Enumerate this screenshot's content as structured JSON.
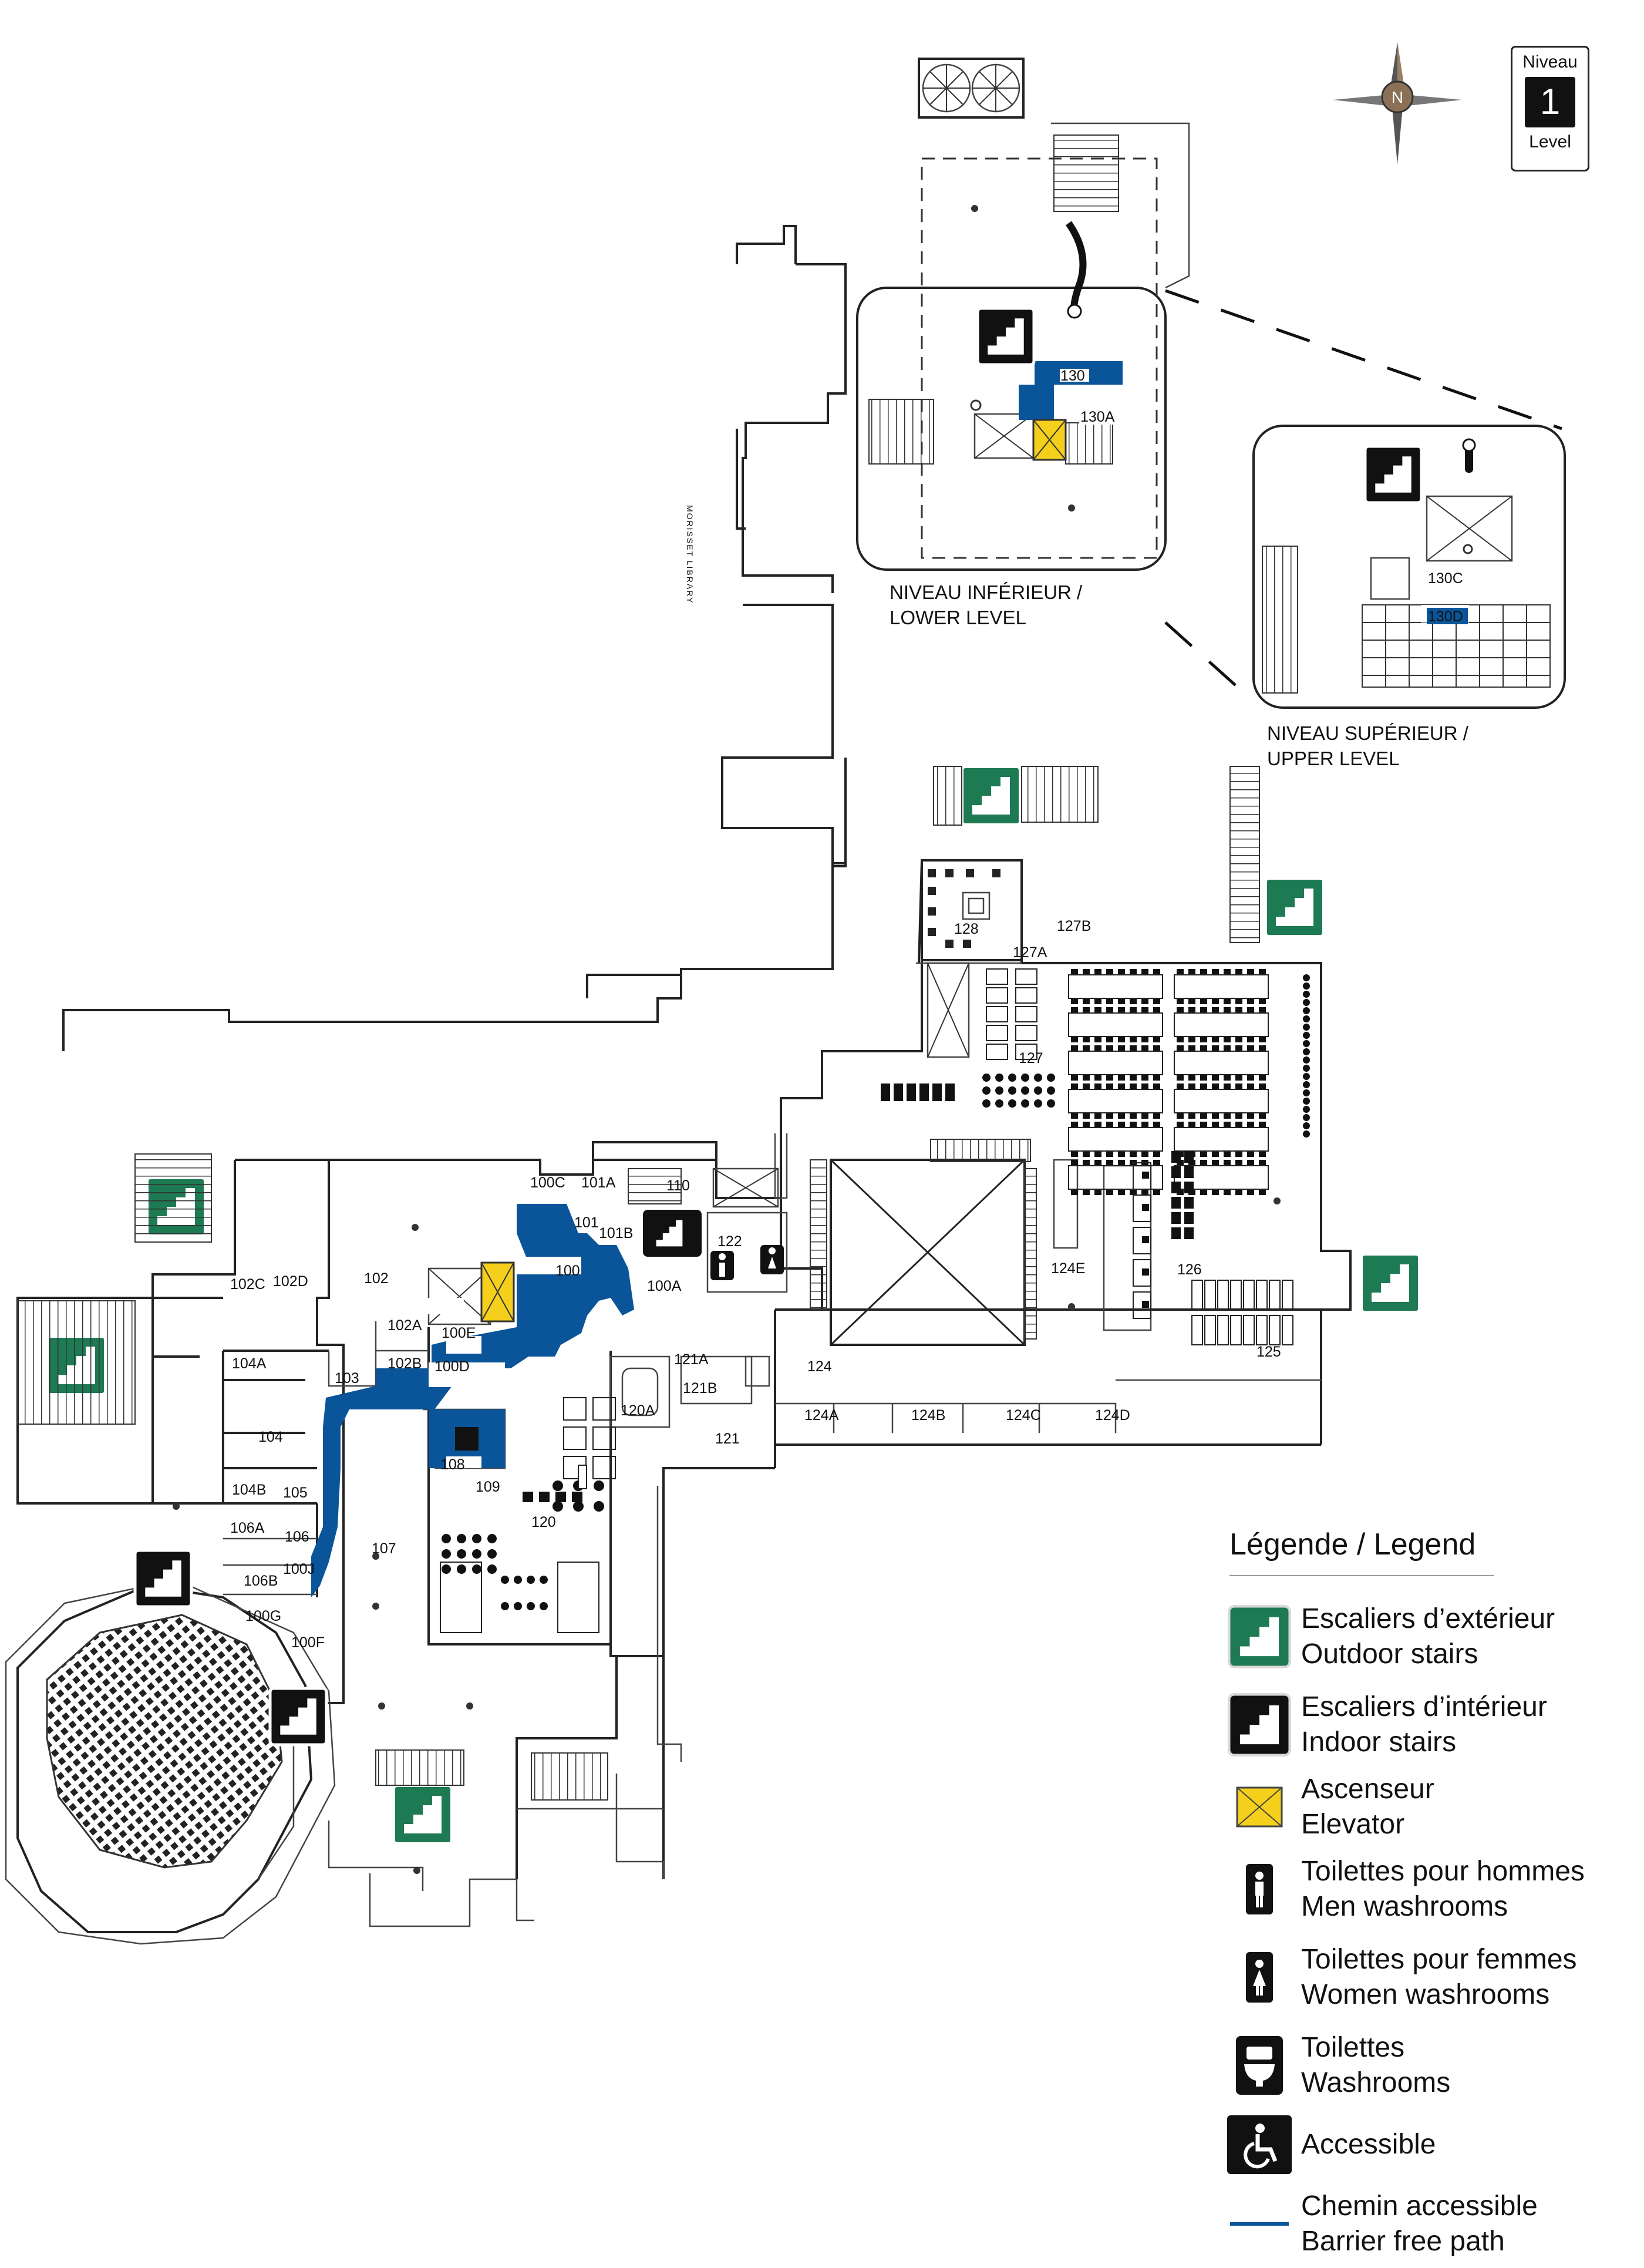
{
  "level_badge": {
    "top": "Niveau",
    "number": "1",
    "bottom": "Level"
  },
  "compass": {
    "letter": "N"
  },
  "building_label": "MORISSET LIBRARY",
  "inset_captions": {
    "lower_fr": "NIVEAU INFÉRIEUR /",
    "lower_en": "LOWER LEVEL",
    "upper_fr": "NIVEAU SUPÉRIEUR /",
    "upper_en": "UPPER LEVEL"
  },
  "rooms": {
    "r130": "130",
    "r130A": "130A",
    "r130C": "130C",
    "r130D": "130D",
    "r128": "128",
    "r127A": "127A",
    "r127B": "127B",
    "r127": "127",
    "r100C": "100C",
    "r101A": "101A",
    "r110": "110",
    "r101": "101",
    "r101B": "101B",
    "r122": "122",
    "r100": "100",
    "r100A": "100A",
    "r102C": "102C",
    "r102D": "102D",
    "r102": "102",
    "r102A": "102A",
    "r100E": "100E",
    "r102B": "102B",
    "r100D": "100D",
    "r103": "103",
    "r104A": "104A",
    "r104": "104",
    "r104B": "104B",
    "r105": "105",
    "r106A": "106A",
    "r106": "106",
    "r106B": "106B",
    "r100J": "100J",
    "r100G": "100G",
    "r100F": "100F",
    "r107": "107",
    "r108": "108",
    "r109": "109",
    "r120": "120",
    "r120A": "120A",
    "r121A": "121A",
    "r121B": "121B",
    "r121": "121",
    "r124": "124",
    "r124A": "124A",
    "r124B": "124B",
    "r124C": "124C",
    "r124D": "124D",
    "r124E": "124E",
    "r126": "126",
    "r125": "125"
  },
  "legend": {
    "title": "Légende / Legend",
    "items": [
      {
        "icon": "outdoor-stairs-icon",
        "fr": "Escaliers d’extérieur",
        "en": "Outdoor stairs"
      },
      {
        "icon": "indoor-stairs-icon",
        "fr": "Escaliers d’intérieur",
        "en": "Indoor stairs"
      },
      {
        "icon": "elevator-icon",
        "fr": "Ascenseur",
        "en": "Elevator"
      },
      {
        "icon": "men-washroom-icon",
        "fr": "Toilettes pour hommes",
        "en": "Men washrooms"
      },
      {
        "icon": "women-washroom-icon",
        "fr": "Toilettes pour femmes",
        "en": "Women washrooms"
      },
      {
        "icon": "washroom-icon",
        "fr": "Toilettes",
        "en": "Washrooms"
      },
      {
        "icon": "accessible-icon",
        "fr": "Accessible",
        "en": ""
      },
      {
        "icon": "barrier-free-path-icon",
        "fr": "Chemin accessible",
        "en": "Barrier free path"
      }
    ]
  },
  "colors": {
    "outdoor_stairs": "#1d7a52",
    "indoor_stairs": "#111111",
    "elevator": "#f4cf1c",
    "accessible_path": "#0a559a"
  }
}
